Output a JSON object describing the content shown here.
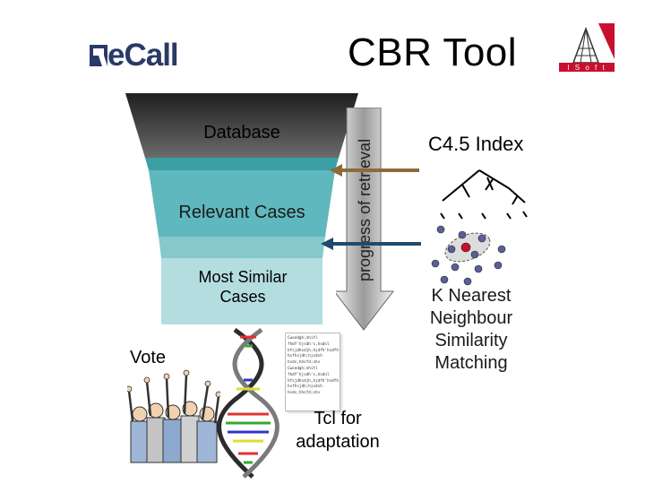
{
  "title": "CBR Tool",
  "logos": {
    "recall": {
      "text": "ReCall",
      "color": "#2a3a66"
    },
    "isoft": {
      "text": "ISoft",
      "color": "#c8102e"
    }
  },
  "funnel": {
    "database_label": "Database",
    "relevant_label": "Relevant Cases",
    "similar_line1": "Most Similar",
    "similar_line2": "Cases",
    "colors": {
      "dark": "#3a3a3a",
      "teal": "#3aa0a6",
      "light": "#b4dde0"
    }
  },
  "retrieval_label": "progress of retrieval",
  "right": {
    "c45_label": "C4.5 Index",
    "knn_line1": "K Nearest",
    "knn_line2": "Neighbour",
    "knn_line3": "Similarity",
    "knn_line4": "Matching",
    "arrow_colors": {
      "top": "#8b6a3c",
      "bottom": "#1f4a6e"
    }
  },
  "bottom": {
    "vote_label": "Vote",
    "code_lines": [
      "Cwsedgh;nhitl",
      "fhdf'hjsdh's,hsdnl",
      "hfsjdhsdjh,hjdfh'hsdfh",
      "hsfhsjdh;hjsdsh",
      "hsds,hhsfd;shv",
      "Cwsedgh;nhitl",
      "fhdf'hjsdh's,hsdnl",
      "hfsjdhsdjh,hjdfh'hsdfh",
      "hsfhsjdh;hjsdsh",
      "hsds,hhsfd;shv"
    ],
    "tcl_line1": "Tcl for",
    "tcl_line2": "adaptation"
  }
}
